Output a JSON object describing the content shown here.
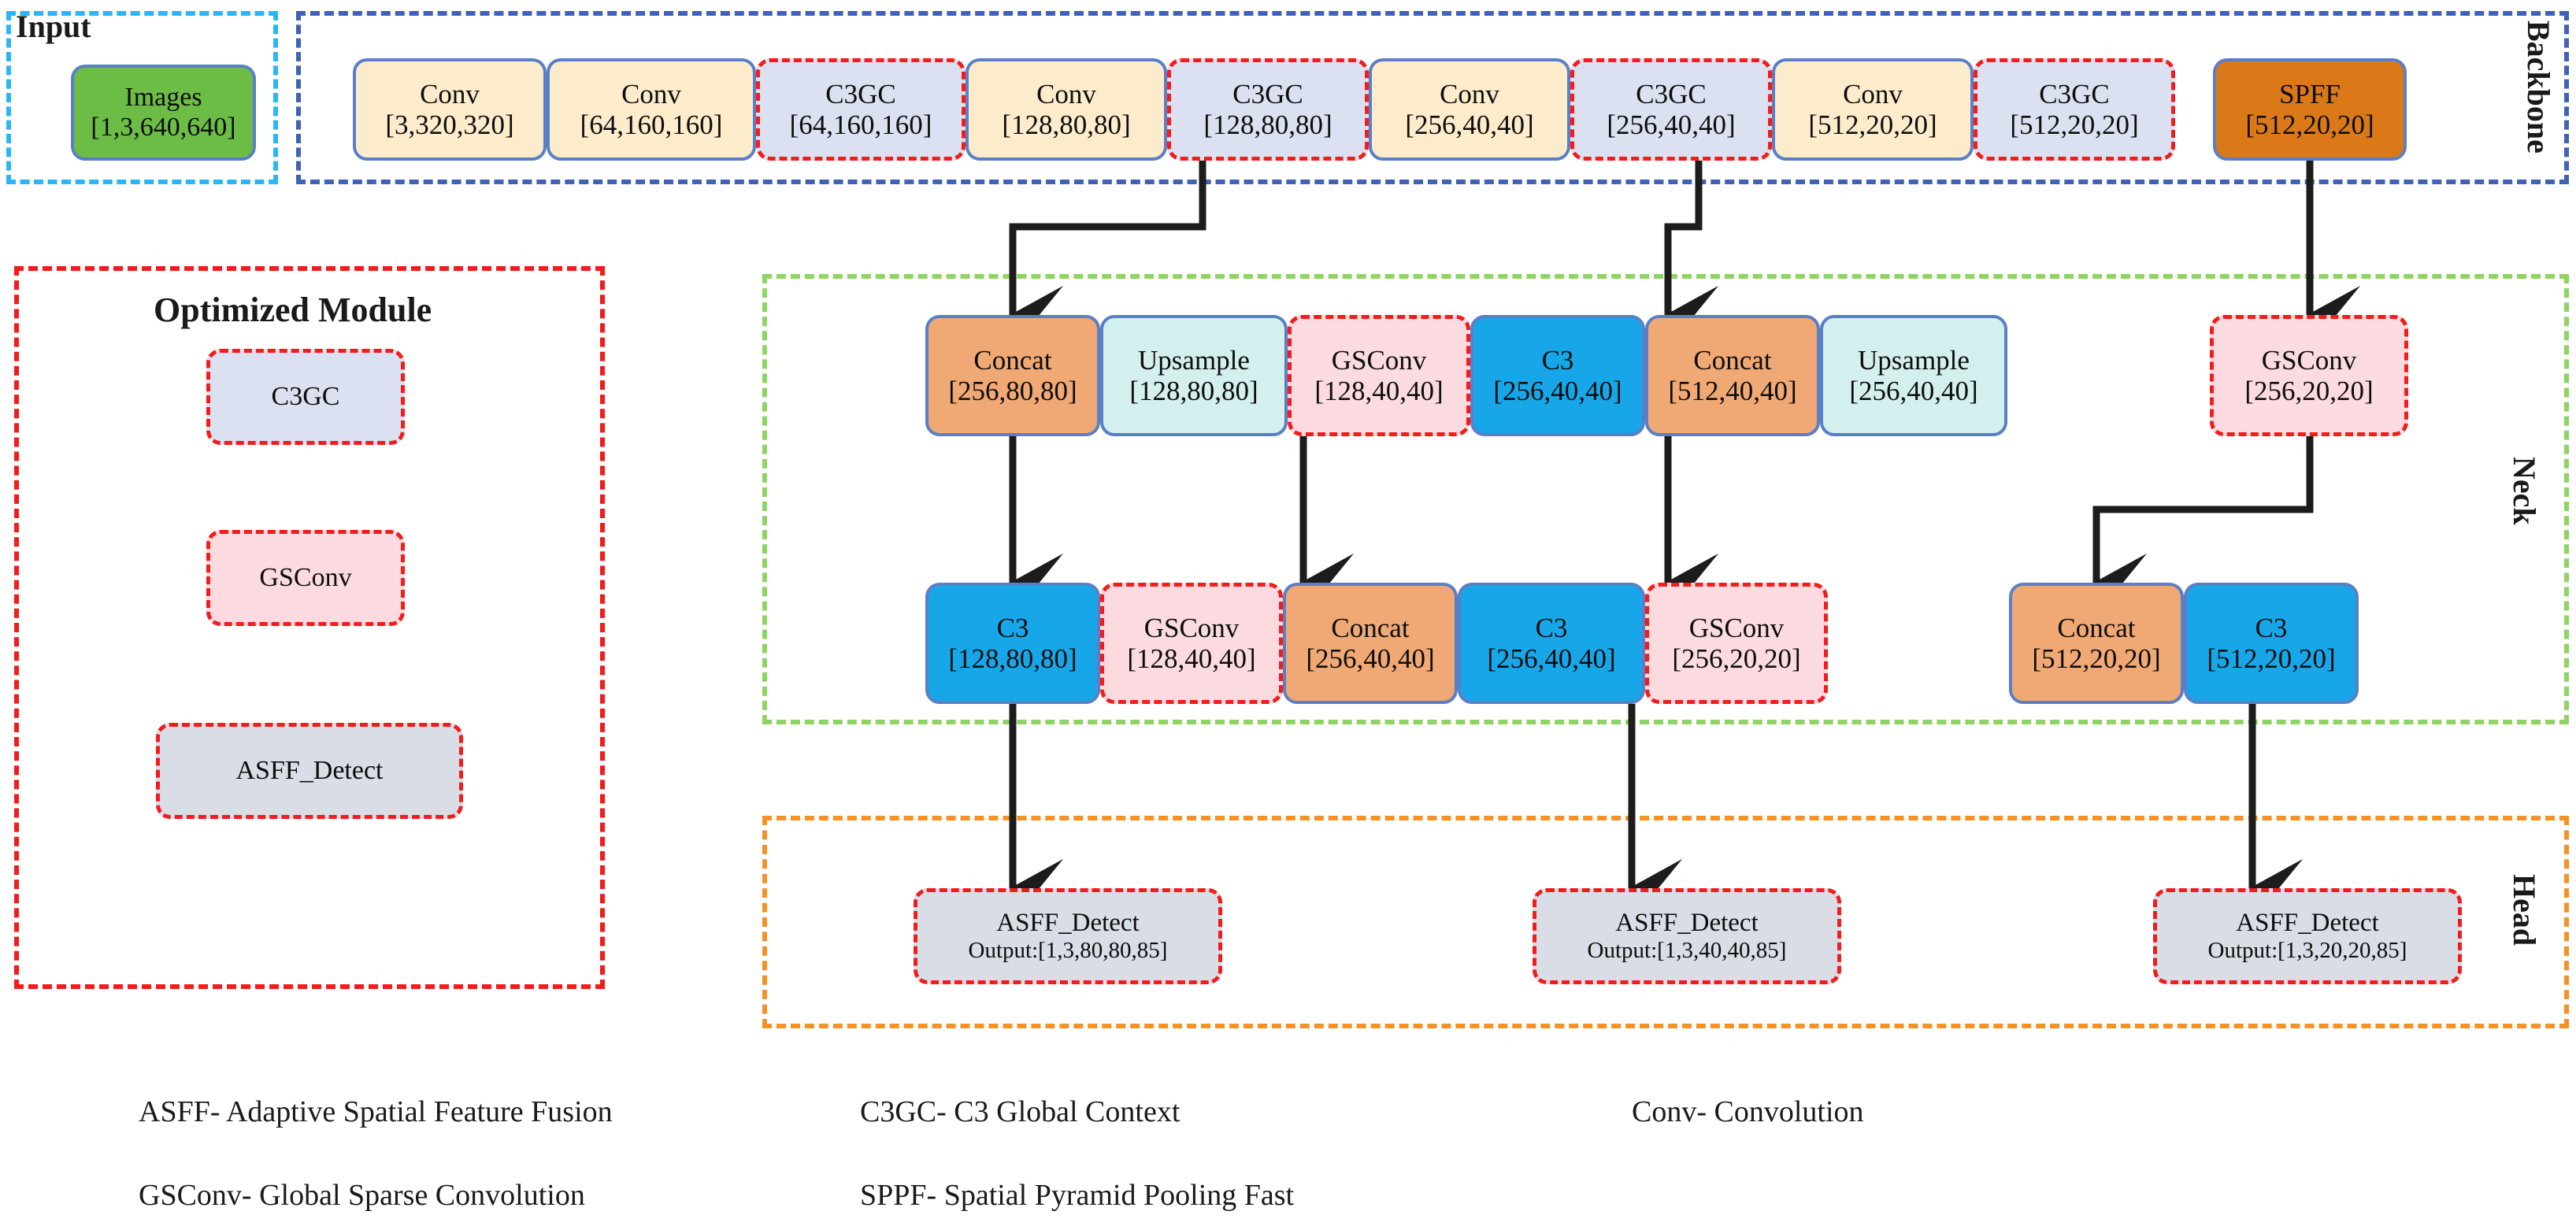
{
  "groups": {
    "input": {
      "title": "Input"
    },
    "backbone": {
      "title": "Backbone"
    },
    "optimized": {
      "title": "Optimized Module"
    },
    "neck": {
      "title": "Neck"
    },
    "head": {
      "title": "Head"
    }
  },
  "input": {
    "node": {
      "name": "Images",
      "shape": "[1,3,640,640]"
    }
  },
  "backbone": {
    "nodes": [
      {
        "name": "Conv",
        "shape": "[3,320,320]"
      },
      {
        "name": "Conv",
        "shape": "[64,160,160]"
      },
      {
        "name": "C3GC",
        "shape": "[64,160,160]"
      },
      {
        "name": "Conv",
        "shape": "[128,80,80]"
      },
      {
        "name": "C3GC",
        "shape": "[128,80,80]"
      },
      {
        "name": "Conv",
        "shape": "[256,40,40]"
      },
      {
        "name": "C3GC",
        "shape": "[256,40,40]"
      },
      {
        "name": "Conv",
        "shape": "[512,20,20]"
      },
      {
        "name": "C3GC",
        "shape": "[512,20,20]"
      },
      {
        "name": "SPFF",
        "shape": "[512,20,20]"
      }
    ]
  },
  "neck": {
    "row_top": [
      {
        "name": "Concat",
        "shape": "[256,80,80]"
      },
      {
        "name": "Upsample",
        "shape": "[128,80,80]"
      },
      {
        "name": "GSConv",
        "shape": "[128,40,40]"
      },
      {
        "name": "C3",
        "shape": "[256,40,40]"
      },
      {
        "name": "Concat",
        "shape": "[512,40,40]"
      },
      {
        "name": "Upsample",
        "shape": "[256,40,40]"
      },
      {
        "name": "GSConv",
        "shape": "[256,20,20]"
      }
    ],
    "row_bottom": [
      {
        "name": "C3",
        "shape": "[128,80,80]"
      },
      {
        "name": "GSConv",
        "shape": "[128,40,40]"
      },
      {
        "name": "Concat",
        "shape": "[256,40,40]"
      },
      {
        "name": "C3",
        "shape": "[256,40,40]"
      },
      {
        "name": "GSConv",
        "shape": "[256,20,20]"
      },
      {
        "name": "Concat",
        "shape": "[512,20,20]"
      },
      {
        "name": "C3",
        "shape": "[512,20,20]"
      }
    ]
  },
  "head": {
    "nodes": [
      {
        "name": "ASFF_Detect",
        "shape": "Output:[1,3,80,80,85]"
      },
      {
        "name": "ASFF_Detect",
        "shape": "Output:[1,3,40,40,85]"
      },
      {
        "name": "ASFF_Detect",
        "shape": "Output:[1,3,20,20,85]"
      }
    ]
  },
  "optimized_module": {
    "items": [
      {
        "name": "C3GC"
      },
      {
        "name": "GSConv"
      },
      {
        "name": "ASFF_Detect"
      }
    ]
  },
  "legend": {
    "entries": [
      "ASFF- Adaptive Spatial Feature Fusion",
      "GSConv- Global Sparse Convolution",
      "C3GC- C3 Global Context",
      "SPPF- Spatial Pyramid Pooling Fast",
      "Conv-  Convolution"
    ]
  },
  "colors": {
    "input_border": "#29b6f6",
    "backbone_border": "#3f62b5",
    "optimized_border": "#f31b1b",
    "neck_border": "#8ed463",
    "head_border": "#f49227",
    "node_solid_border": "#5b7fc7",
    "node_dashed_border": "#f31b1b",
    "images_fill": "#6cbd45",
    "conv_fill": "#fdeccb",
    "c3gc_fill": "#dbe1f0",
    "spff_fill": "#db7919",
    "concat_fill": "#f0a974",
    "upsample_fill": "#d3f0ee",
    "gsconv_fill": "#fbdbdf",
    "c3_fill": "#17a7e8",
    "asff_fill": "#d9dde5",
    "wire": "#1c1c1c"
  }
}
